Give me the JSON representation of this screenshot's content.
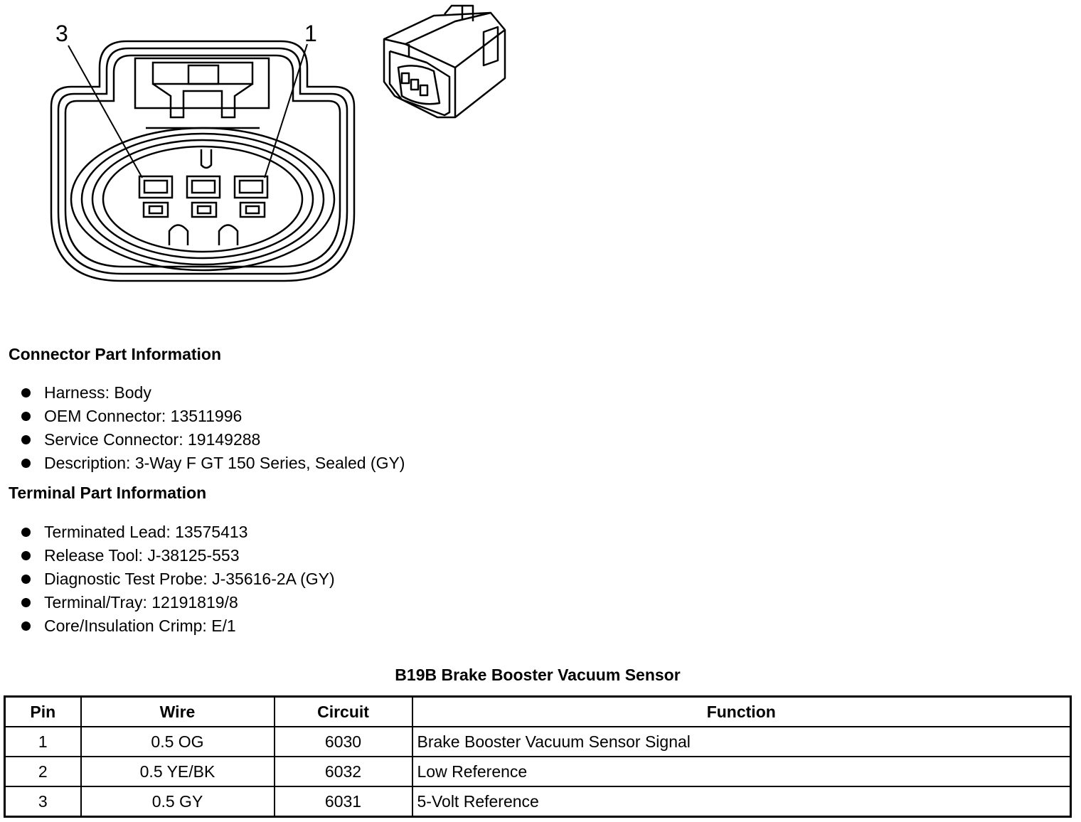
{
  "diagram": {
    "pin_callouts": [
      "3",
      "1"
    ]
  },
  "connector_section": {
    "title": "Connector Part Information",
    "items": [
      "Harness: Body",
      "OEM Connector: 13511996",
      "Service Connector: 19149288",
      "Description: 3-Way F GT 150 Series, Sealed (GY)"
    ]
  },
  "terminal_section": {
    "title": "Terminal Part Information",
    "items": [
      "Terminated Lead: 13575413",
      "Release Tool: J-38125-553",
      "Diagnostic Test Probe: J-35616-2A (GY)",
      "Terminal/Tray: 12191819/8",
      "Core/Insulation Crimp: E/1"
    ]
  },
  "table": {
    "title": "B19B Brake Booster Vacuum Sensor",
    "headers": [
      "Pin",
      "Wire",
      "Circuit",
      "Function"
    ],
    "rows": [
      [
        "1",
        "0.5 OG",
        "6030",
        "Brake Booster Vacuum Sensor Signal"
      ],
      [
        "2",
        "0.5 YE/BK",
        "6032",
        "Low Reference"
      ],
      [
        "3",
        "0.5 GY",
        "6031",
        "5-Volt Reference"
      ]
    ]
  }
}
